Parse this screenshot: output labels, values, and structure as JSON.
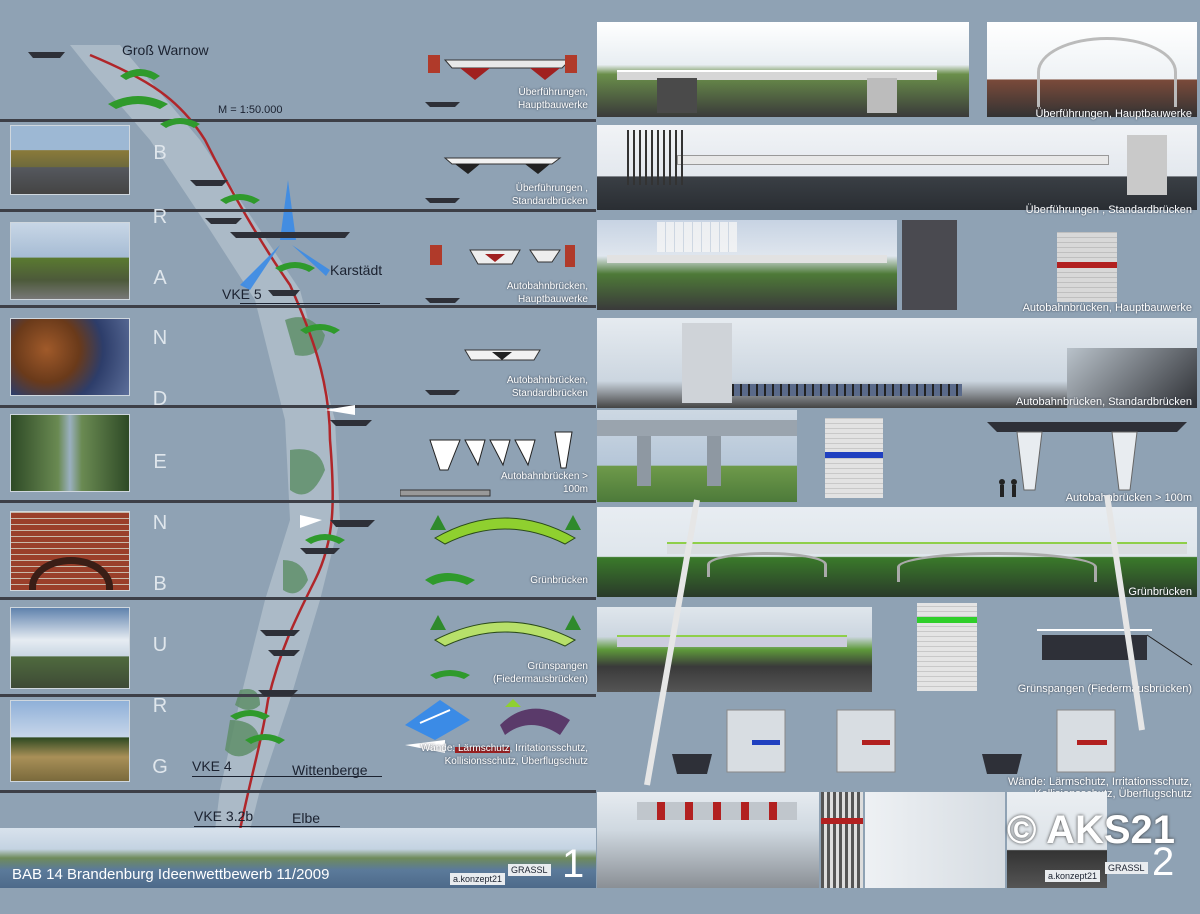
{
  "route": {
    "place_north": "Groß Warnow",
    "scale": "M = 1:50.000",
    "place_karstaedt": "Karstädt",
    "vke5": "VKE 5",
    "vke4": "VKE 4",
    "place_wittenberge": "Wittenberge",
    "vke32b": "VKE 3.2b",
    "place_elbe": "Elbe",
    "vertical_letters": [
      "B",
      "R",
      "A",
      "N",
      "D",
      "E",
      "N",
      "B",
      "U",
      "R",
      "G"
    ]
  },
  "sheet1": {
    "labels": [
      "Überführungen, Hauptbauwerke",
      "Überführungen , Standardbrücken",
      "Autobahnbrücken, Hauptbauwerke",
      "Autobahnbrücken, Standardbrücken",
      "Autobahnbrücken > 100m",
      "Grünbrücken",
      "Grünspangen (Fiedermausbrücken)",
      "Wände: Lärmschutz, Irritationsschutz, Kollisionsschutz, Überflugschutz"
    ],
    "footer_title": "BAB 14 Brandenburg Ideenwettbewerb 11/2009",
    "page_number": "1",
    "logo_konzept": "a.konzept21",
    "logo_grassl": "GRASSL"
  },
  "sheet2": {
    "labels": [
      "Überführungen, Hauptbauwerke",
      "Überführungen , Standardbrücken",
      "Autobahnbrücken, Hauptbauwerke",
      "Autobahnbrücken, Standardbrücken",
      "Autobahnbrücken > 100m",
      "Grünbrücken",
      "Grünspangen (Fiedermausbrücken)",
      "Wände: Lärmschutz, Irritationsschutz, Kollisionsschutz, Überflugschutz"
    ],
    "copyright": "© AKS21",
    "page_number": "2",
    "logo_konzept": "a.konzept21",
    "logo_grassl": "GRASSL"
  },
  "colors": {
    "background": "#8fa2b4",
    "band": "#3d3f47",
    "route_line": "#b0262a",
    "green_bridge": "#2f9a2c",
    "wind_blue": "#3b8be6"
  },
  "icons": [
    "bridge-section-icon",
    "green-bridge-icon",
    "wall-section-icon",
    "wind-turbine-icon"
  ]
}
